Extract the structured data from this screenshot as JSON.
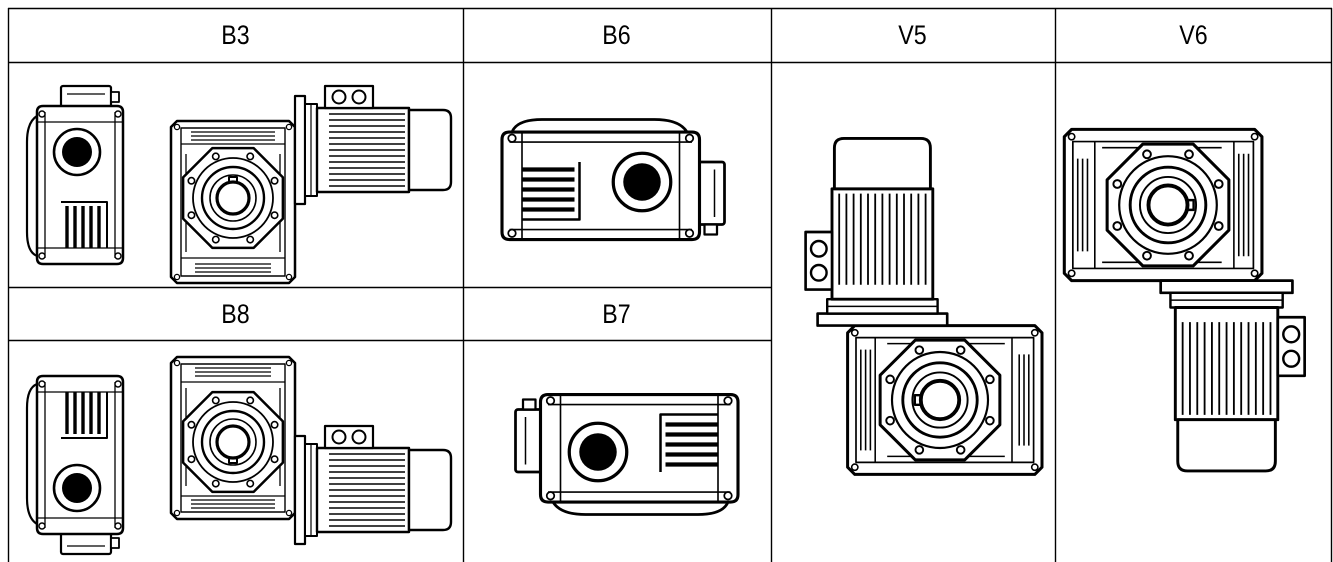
{
  "mounting_positions": {
    "b3": {
      "label": "B3"
    },
    "b6": {
      "label": "B6"
    },
    "v5": {
      "label": "V5"
    },
    "v6": {
      "label": "V6"
    },
    "b8": {
      "label": "B8"
    },
    "b7": {
      "label": "B7"
    }
  },
  "colors": {
    "line": "#000000",
    "background": "#ffffff"
  }
}
